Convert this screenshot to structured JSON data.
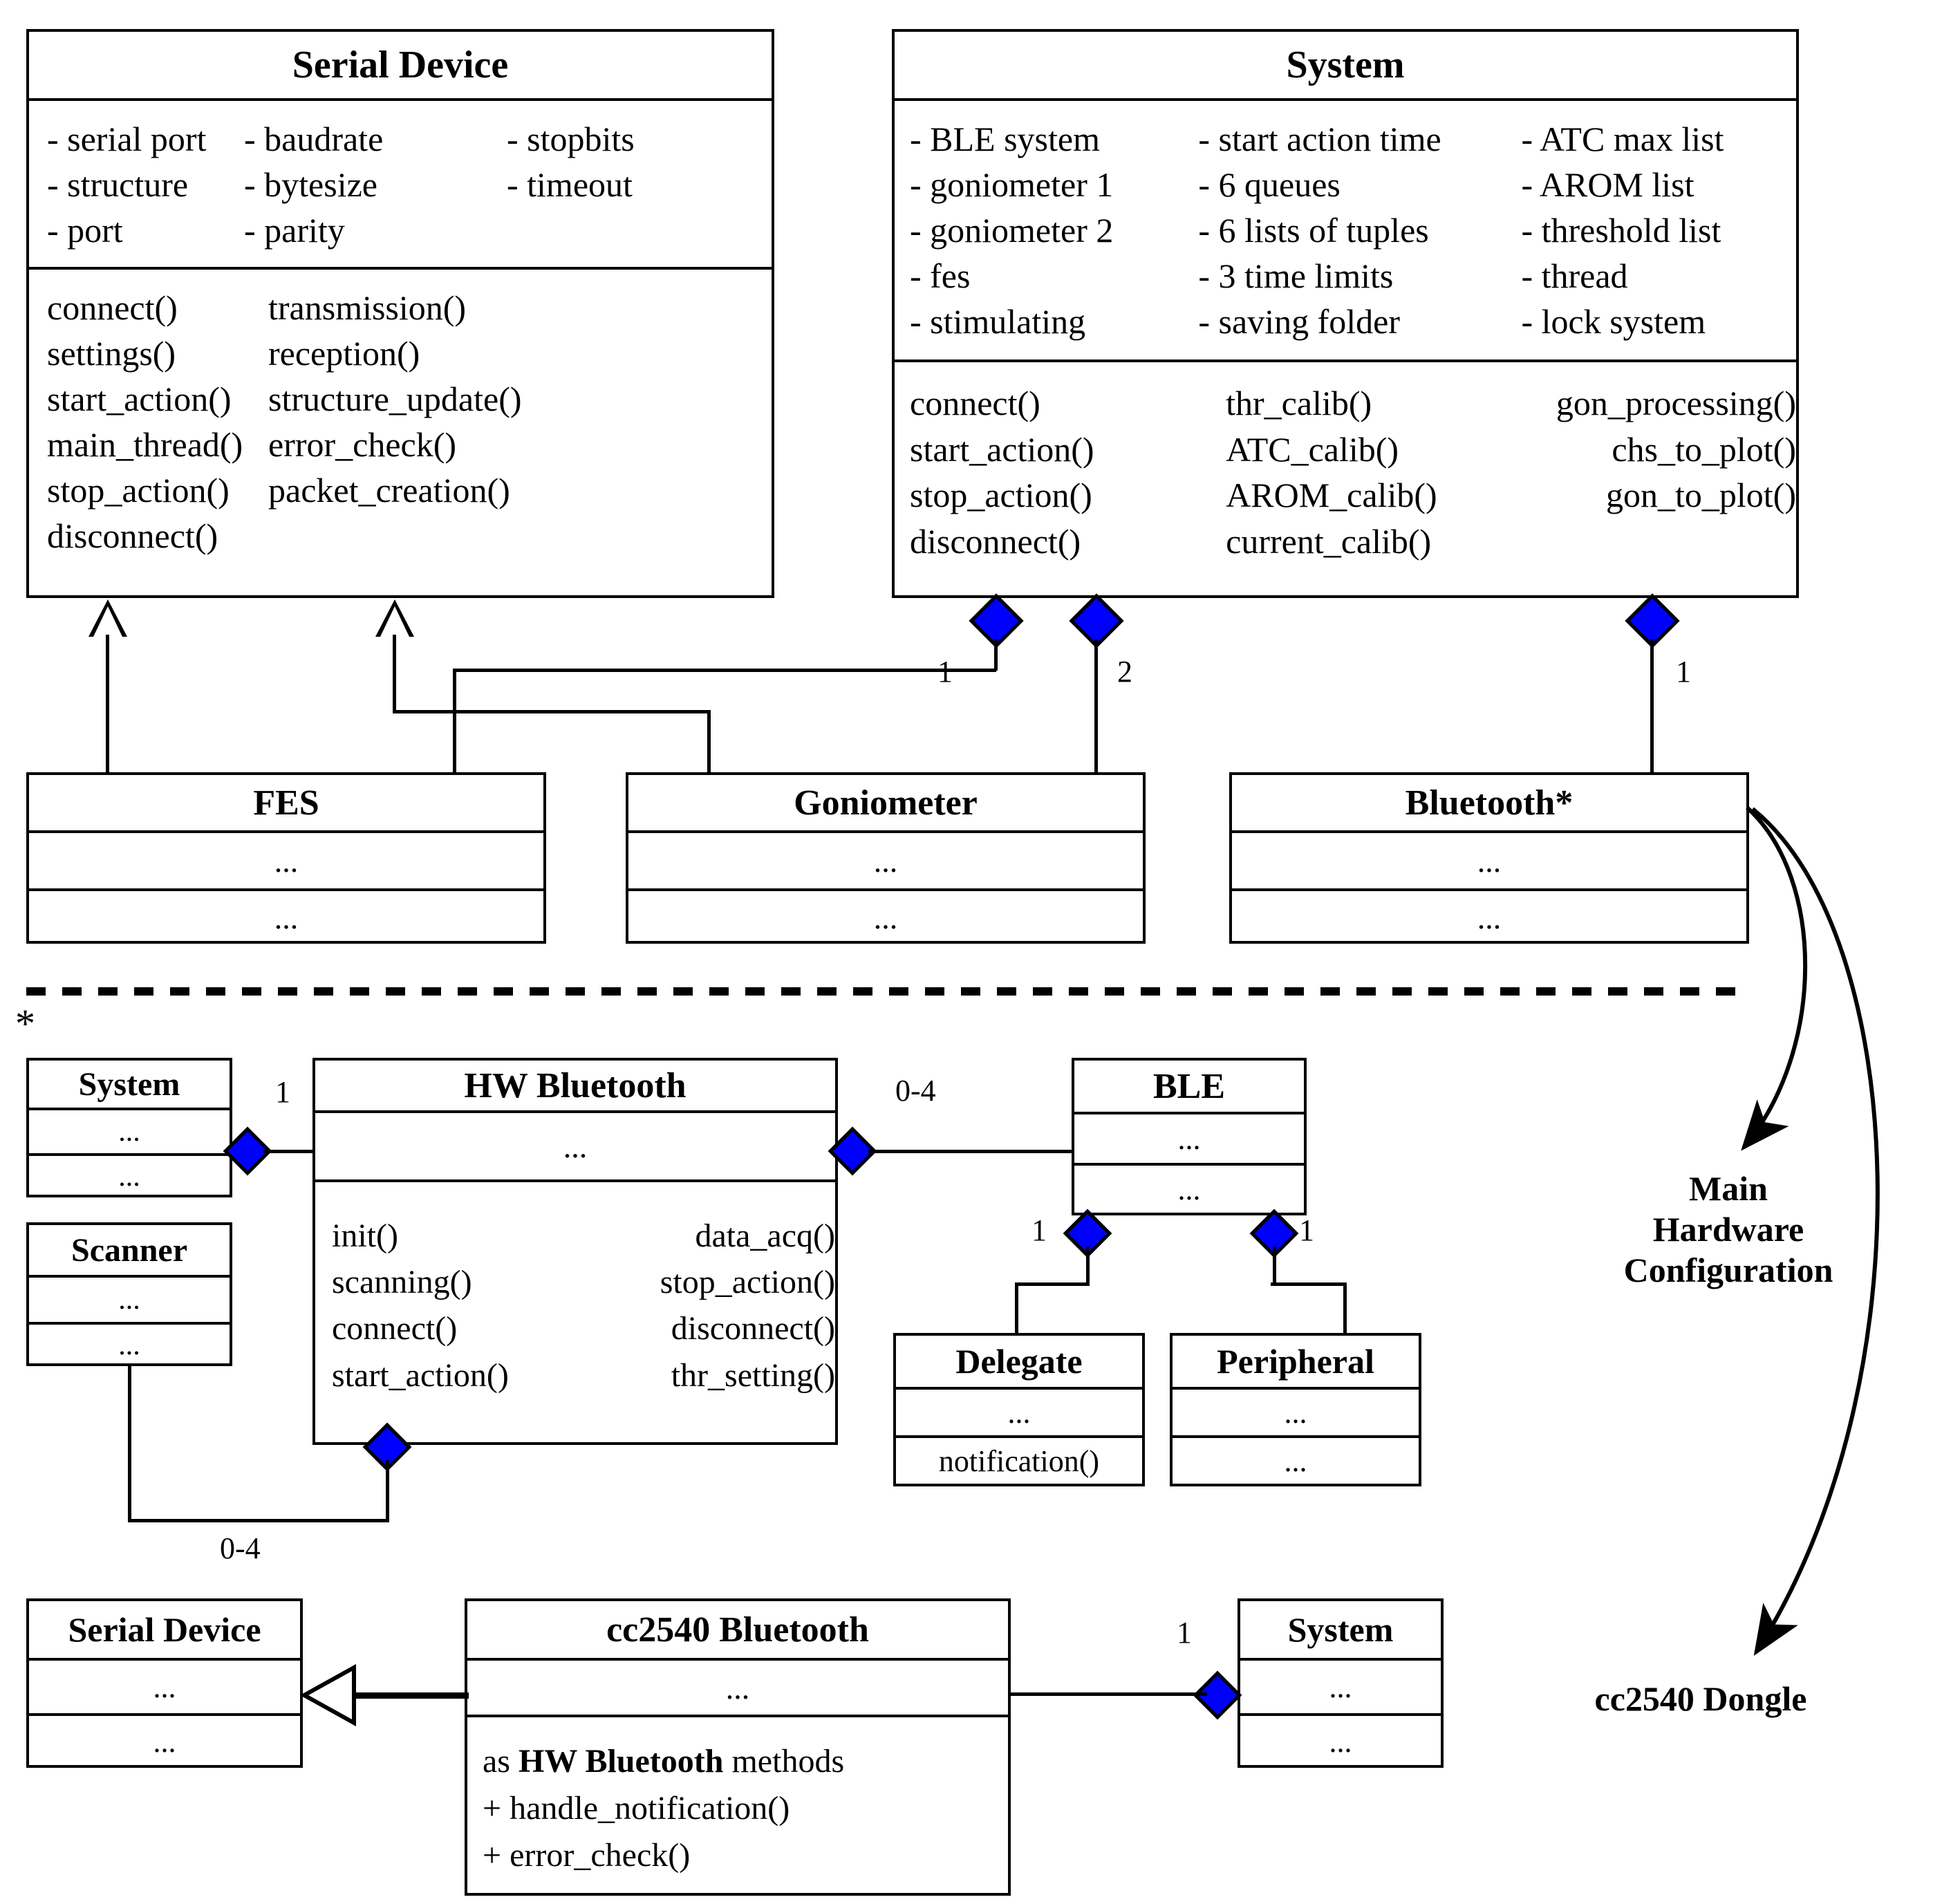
{
  "diagram": {
    "title": "UML class diagram",
    "accent_color": "#0000FF",
    "line_color": "#000000",
    "background": "#FFFFFF"
  },
  "classes": {
    "serial_device": {
      "name": "Serial Device",
      "attributes_col1": [
        "- serial port",
        "- structure",
        "- port"
      ],
      "attributes_col2": [
        "- baudrate",
        "- bytesize",
        "- parity"
      ],
      "attributes_col3": [
        "- stopbits",
        "- timeout"
      ],
      "methods_col1": [
        "connect()",
        "settings()",
        "start_action()",
        "main_thread()",
        "stop_action()",
        "disconnect()"
      ],
      "methods_col2": [
        "transmission()",
        "reception()",
        "structure_update()",
        "error_check()",
        "packet_creation()"
      ]
    },
    "system": {
      "name": "System",
      "attributes_col1": [
        "- BLE system",
        "- goniometer 1",
        "- goniometer 2",
        "- fes",
        "- stimulating"
      ],
      "attributes_col2": [
        "- start action time",
        "- 6 queues",
        "- 6 lists of tuples",
        "- 3 time limits",
        "- saving folder"
      ],
      "attributes_col3": [
        "- ATC max list",
        "- AROM list",
        "- threshold list",
        "- thread",
        "- lock system"
      ],
      "methods_col1": [
        "connect()",
        "start_action()",
        "stop_action()",
        "disconnect()"
      ],
      "methods_col2": [
        "thr_calib()",
        "ATC_calib()",
        "AROM_calib()",
        "current_calib()"
      ],
      "methods_col3": [
        "gon_processing()",
        "chs_to_plot()",
        "gon_to_plot()"
      ]
    },
    "fes": {
      "name": "FES",
      "attributes": "...",
      "methods": "..."
    },
    "goniometer": {
      "name": "Goniometer",
      "attributes": "...",
      "methods": "..."
    },
    "bluetooth": {
      "name": "Bluetooth*",
      "attributes": "...",
      "methods": "..."
    },
    "system_small": {
      "name": "System",
      "attributes": "...",
      "methods": "..."
    },
    "scanner": {
      "name": "Scanner",
      "attributes": "...",
      "methods": "..."
    },
    "hw_bluetooth": {
      "name": "HW Bluetooth",
      "attributes": "...",
      "methods_col1": [
        "init()",
        "scanning()",
        "connect()",
        "start_action()"
      ],
      "methods_col2": [
        "data_acq()",
        "stop_action()",
        "disconnect()",
        "thr_setting()"
      ]
    },
    "ble": {
      "name": "BLE",
      "attributes": "...",
      "methods": "..."
    },
    "delegate": {
      "name": "Delegate",
      "attributes": "...",
      "methods": "notification()"
    },
    "peripheral": {
      "name": "Peripheral",
      "attributes": "...",
      "methods": "..."
    },
    "serial_device_small": {
      "name": "Serial Device",
      "attributes": "...",
      "methods": "..."
    },
    "cc2540_bluetooth": {
      "name": "cc2540 Bluetooth",
      "attributes": "...",
      "methods_line1_prefix": "as ",
      "methods_line1_bold": "HW Bluetooth",
      "methods_line1_suffix": " methods",
      "methods_line2": "+ handle_notification()",
      "methods_line3": "+ error_check()"
    },
    "system_bottom": {
      "name": "System",
      "attributes": "...",
      "methods": "..."
    }
  },
  "multiplicities": {
    "system_fes": "1",
    "system_goniometer": "2",
    "system_bluetooth": "1",
    "system_hw_bluetooth": "1",
    "hw_bluetooth_ble": "0-4",
    "ble_delegate": "1",
    "ble_peripheral": "1",
    "scanner_hw_bluetooth": "0-4",
    "cc2540_system": "1"
  },
  "annotations": {
    "footnote_star": "*",
    "main_hardware_configuration": "Main\nHardware\nConfiguration",
    "main_hw_line1": "Main",
    "main_hw_line2": "Hardware",
    "main_hw_line3": "Configuration",
    "cc2540_dongle": "cc2540 Dongle"
  }
}
